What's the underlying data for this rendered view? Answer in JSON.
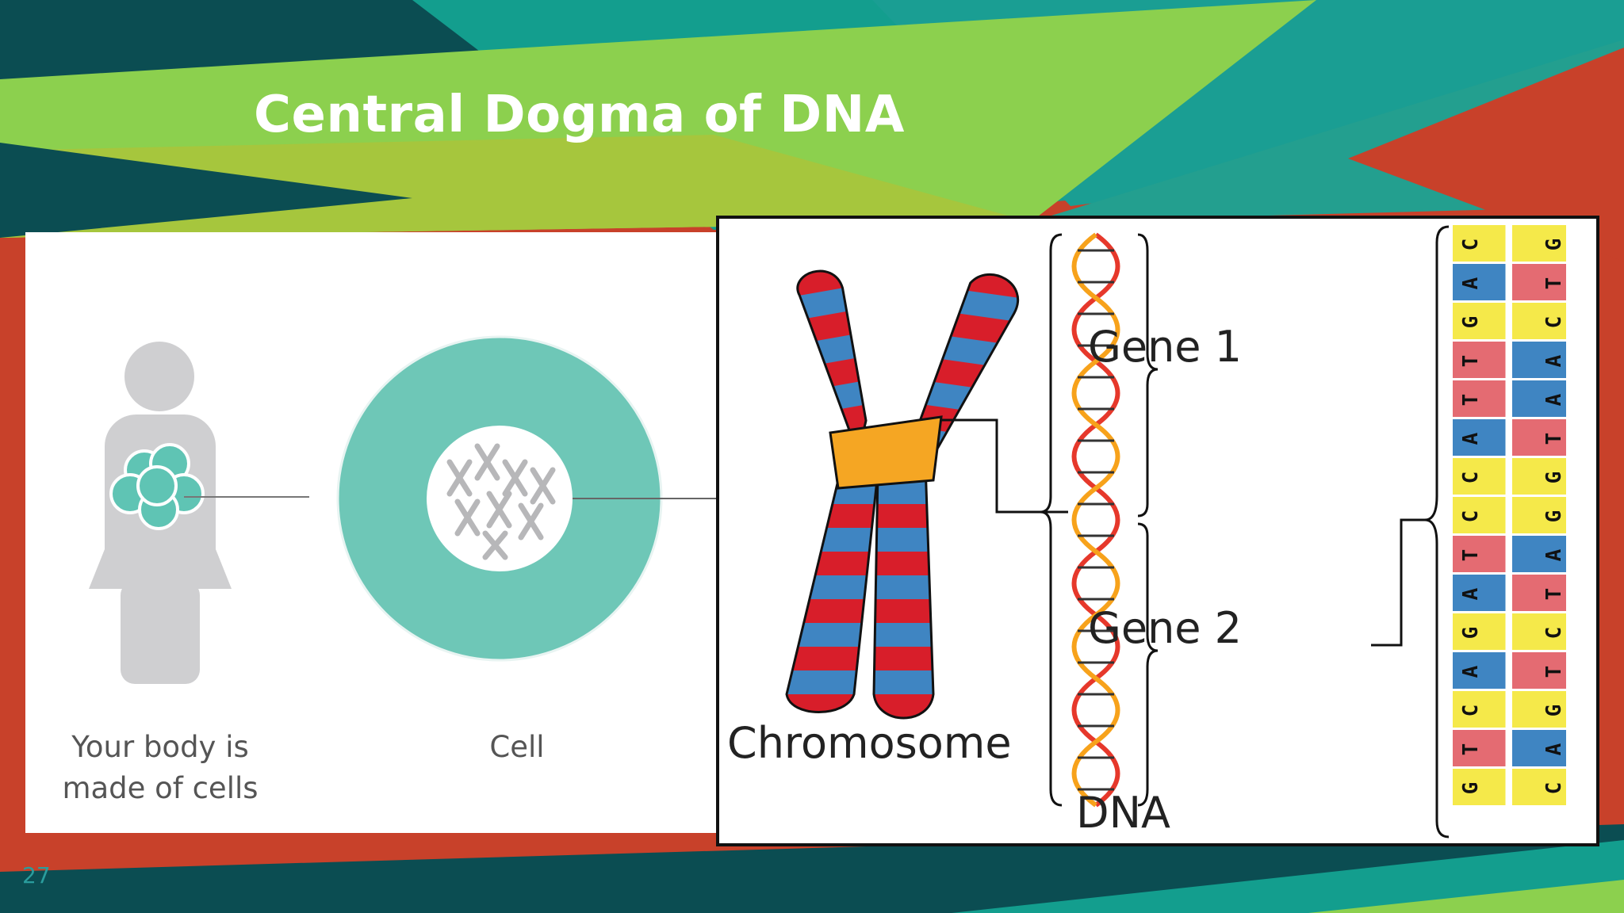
{
  "slide": {
    "title": "Central Dogma of DNA",
    "page_number": "27"
  },
  "left_diagram": {
    "body_label": "Your body is made of cells",
    "body_label_line1": "Your body is",
    "body_label_line2": "made of cells",
    "cell_label": "Cell"
  },
  "right_diagram": {
    "chromosome_label": "Chromosome",
    "dna_label": "DNA",
    "gene1_label": "Gene 1",
    "gene2_label": "Gene 2",
    "strand_left": [
      "C",
      "A",
      "G",
      "T",
      "T",
      "A",
      "C",
      "C",
      "T",
      "A",
      "G",
      "A",
      "C",
      "T",
      "G"
    ],
    "strand_right": [
      "G",
      "T",
      "C",
      "A",
      "A",
      "T",
      "G",
      "G",
      "A",
      "T",
      "C",
      "T",
      "G",
      "A",
      "C"
    ]
  },
  "colors": {
    "teal": "#5fc4b4",
    "green": "#8cd04e",
    "orange_red": "#c8412a",
    "dark_teal": "#0b4d52"
  }
}
